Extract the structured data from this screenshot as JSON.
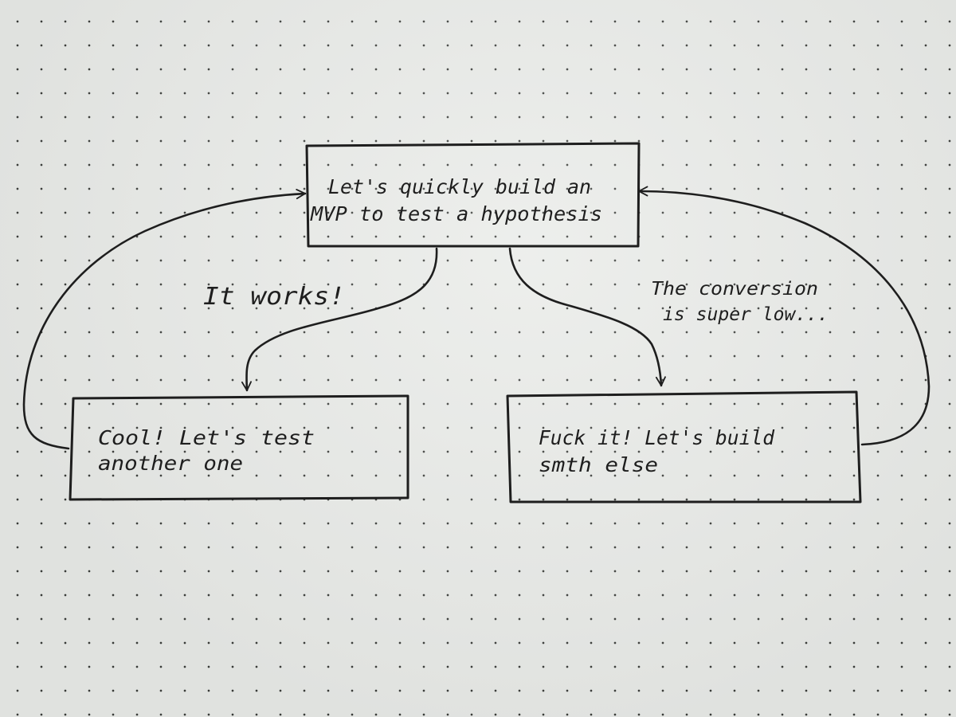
{
  "nodes": {
    "top": {
      "lines": [
        "Let's quickly build an",
        "MVP to test a hypothesis"
      ]
    },
    "left": {
      "lines": [
        "Cool! Let's test",
        "another one"
      ]
    },
    "right": {
      "lines": [
        "Fuck it! Let's build",
        "smth else"
      ]
    }
  },
  "edges": {
    "top_to_left": {
      "label": "It works!"
    },
    "top_to_right": {
      "label_lines": [
        "The conversion",
        "is super low..."
      ]
    }
  },
  "colors": {
    "ink": "#1e1e1e",
    "paper": "#e9ebe8",
    "dots": "#3b3d3a"
  }
}
